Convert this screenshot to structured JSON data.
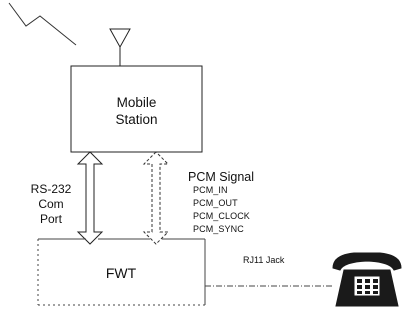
{
  "mobile_station": {
    "line1": "Mobile",
    "line2": "Station"
  },
  "rs232": {
    "line1": "RS-232",
    "line2": "Com",
    "line3": "Port"
  },
  "pcm": {
    "heading": "PCM Signal",
    "signals": [
      "PCM_IN",
      "PCM_OUT",
      "PCM_CLOCK",
      "PCM_SYNC"
    ]
  },
  "fwt": {
    "label": "FWT"
  },
  "connection": {
    "label": "RJ11 Jack"
  },
  "icons": {
    "lightning": "lightning-bolt-icon",
    "antenna": "antenna-icon",
    "telephone": "telephone-icon"
  },
  "colors": {
    "line": "#222222",
    "dash": "#555555",
    "phone": "#1a1a1a"
  }
}
